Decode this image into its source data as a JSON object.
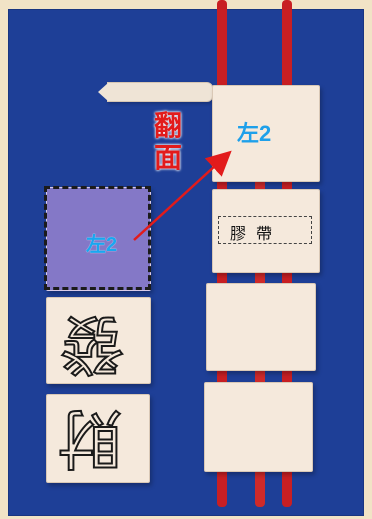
{
  "labels": {
    "flip": "翻\n面",
    "left2_top": "左2",
    "left2_middle": "左2",
    "tape": "膠帶"
  },
  "glyphs": {
    "upper": "發",
    "lower": "財"
  },
  "colors": {
    "board": "#1e3f97",
    "ribbon": "#c81f23",
    "card": "#f5e9dc",
    "highlight": "#8478c7",
    "arrow": "#e21b1b",
    "left_text": "#1ea0ea"
  }
}
